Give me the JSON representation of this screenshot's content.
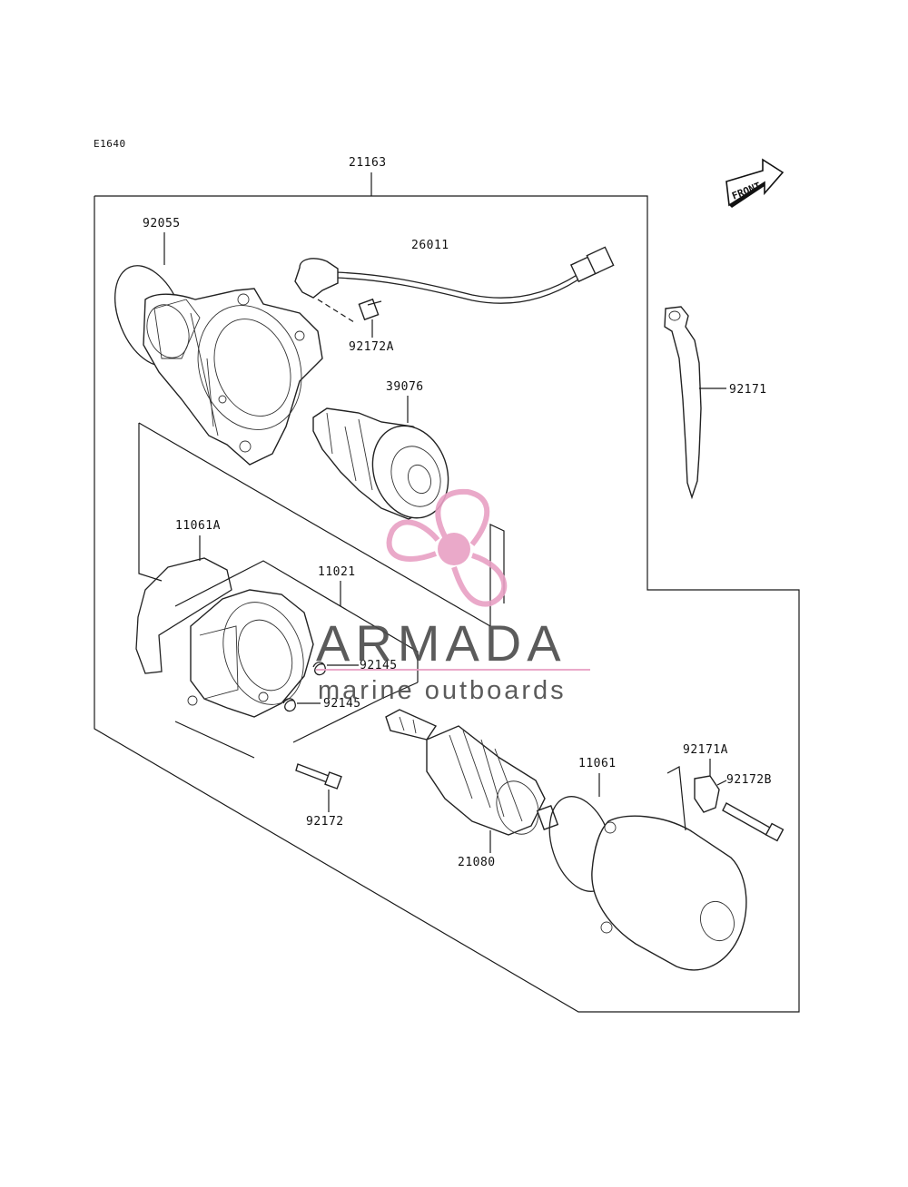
{
  "diagram": {
    "code": "E1640",
    "front_arrow_text": "FRONT",
    "parts": {
      "assembly": "21163",
      "o_ring": "92055",
      "lead_wire": "26011",
      "bolt_a": "92172A",
      "clutch": "39076",
      "band": "92171",
      "gasket_a": "11061A",
      "brush_holder": "11021",
      "spring_1": "92145",
      "spring_2": "92145",
      "armature": "21080",
      "gasket": "11061",
      "clamp_a": "92171A",
      "bolt_b": "92172B",
      "bolt": "92172"
    }
  },
  "watermark": {
    "brand": "ARMADA",
    "tagline": "marine outboards",
    "logo_color": "#e8a0c4",
    "text_color": "#4a4a4a"
  }
}
